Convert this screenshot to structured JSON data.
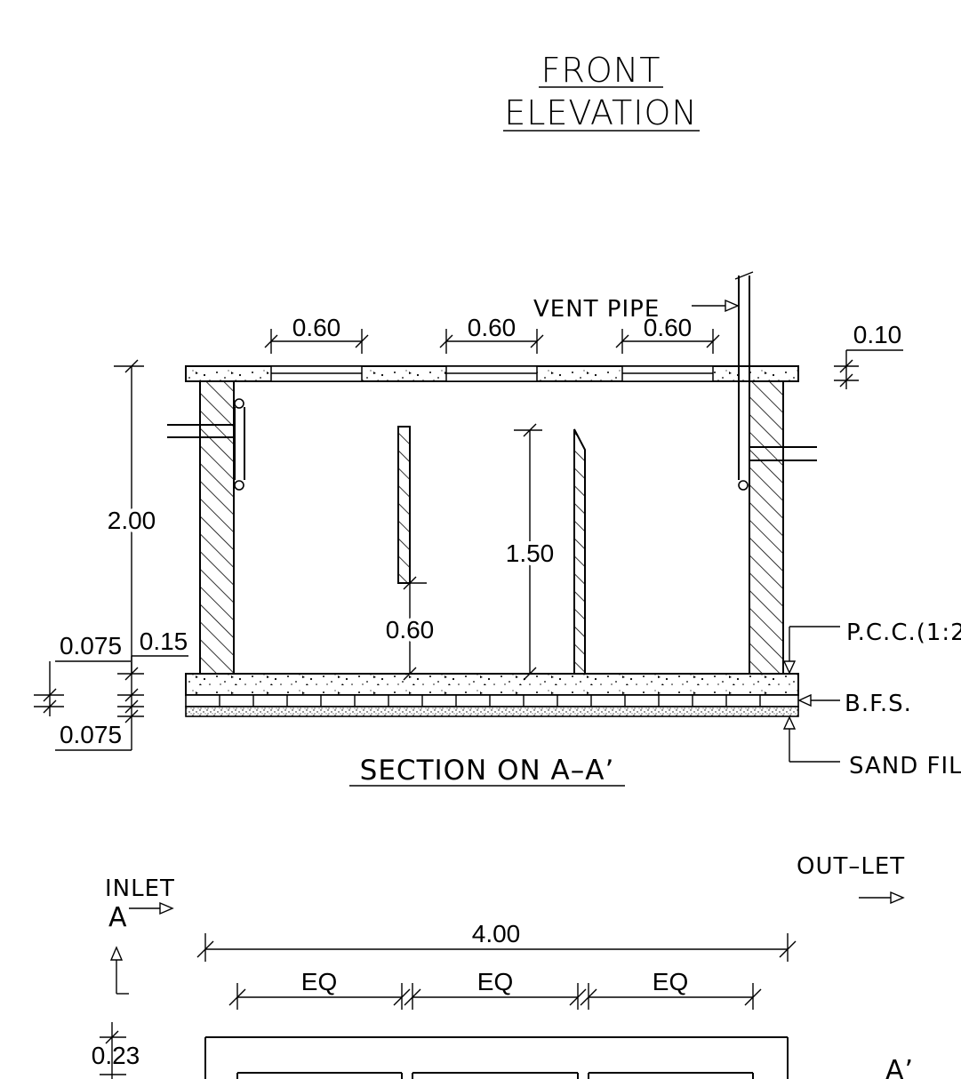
{
  "title_top": {
    "line1": "FRONT",
    "line2": "ELEVATION"
  },
  "section": {
    "title": "SECTION ON A–A’",
    "vent_label": "VENT  PIPE",
    "dims": {
      "slab_opening_1": "0.60",
      "slab_opening_2": "0.60",
      "slab_opening_3": "0.60",
      "slab_thickness": "0.10",
      "overall_height": "2.00",
      "baffle_height": "1.50",
      "baffle_gap": "0.60",
      "pcc_thickness": "0.15",
      "bfs_thickness_top": "0.075",
      "sand_thickness_bottom": "0.075"
    },
    "callouts": {
      "pcc": "P.C.C.(1:2",
      "bfs": "B.F.S.",
      "sand": "SAND  FIL"
    }
  },
  "plan": {
    "inlet_label": "INLET",
    "outlet_label": "OUT–LET",
    "section_mark_left": "A",
    "section_mark_right": "A’",
    "overall_length": "4.00",
    "eq_1": "EQ",
    "eq_2": "EQ",
    "eq_3": "EQ",
    "wall_thickness": "0.23"
  }
}
